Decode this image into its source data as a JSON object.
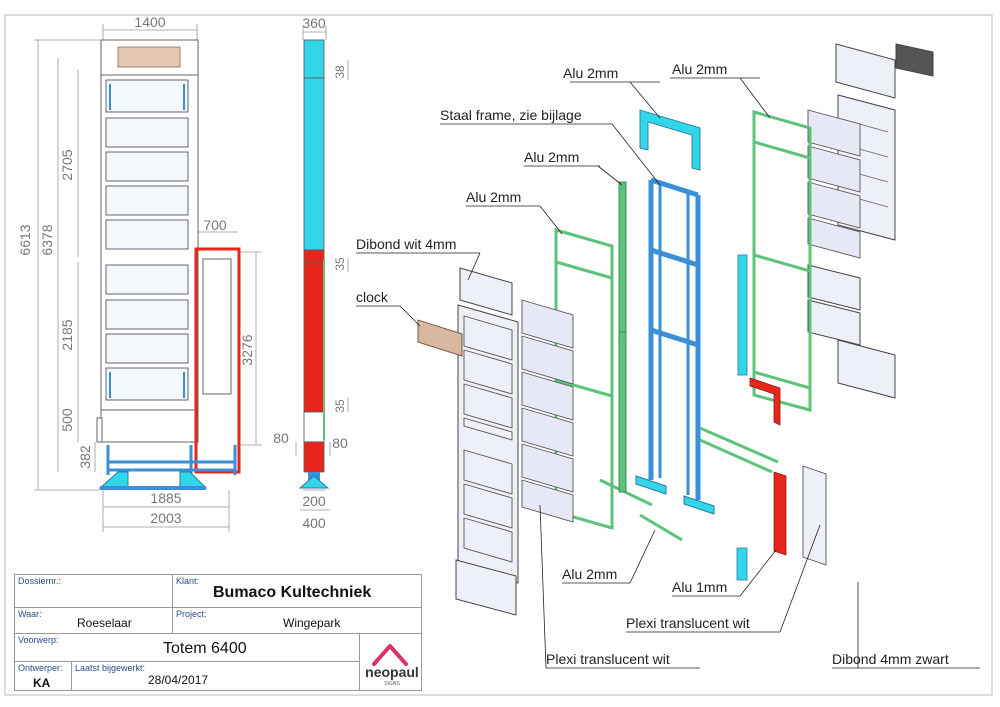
{
  "front_view": {
    "dims": {
      "width_top": "1400",
      "height_total": "6613",
      "height_inner": "6378",
      "height_upper": "2705",
      "height_mid": "2185",
      "height_base": "500",
      "height_foot": "382",
      "clock_width": "700",
      "clock_height": "3276",
      "width_base": "1885",
      "width_total": "2003"
    }
  },
  "side_view": {
    "dims": {
      "depth_top": "360",
      "gap_top": "38",
      "gap_mid": "35",
      "gap_low": "35",
      "foot_left": "80",
      "foot_right": "80",
      "base_inner": "200",
      "base_outer": "400"
    }
  },
  "exploded_labels": {
    "alu_top_a": "Alu 2mm",
    "alu_top_b": "Alu 2mm",
    "steel_frame": "Staal frame, zie bijlage",
    "alu_mid": "Alu 2mm",
    "alu_left": "Alu 2mm",
    "dibond_white": "Dibond wit 4mm",
    "clock": "clock",
    "alu_bottom": "Alu 2mm",
    "alu_1mm": "Alu 1mm",
    "plexi_right": "Plexi translucent wit",
    "plexi_bottom": "Plexi translucent wit",
    "dibond_black": "Dibond 4mm zwart"
  },
  "title_block": {
    "dossier_caption": "Dossiernr.:",
    "dossier_value": "",
    "client_caption": "Klant:",
    "client_value": "Bumaco Kultechniek",
    "where_caption": "Waar:",
    "where_value": "Roeselaar",
    "project_caption": "Project:",
    "project_value": "Wingepark",
    "subject_caption": "Voorwerp:",
    "subject_value": "Totem 6400",
    "designer_caption": "Ontwerper:",
    "designer_value": "KA",
    "modified_caption": "Laatst bijgewerkt:",
    "modified_value": "28/04/2017",
    "logo_text": "neopaul",
    "logo_sub": "SIGNS"
  },
  "colors": {
    "cyan": "#33d6e8",
    "red": "#e8251b",
    "blue_frame": "#3a8fd6",
    "green_frame": "#5cc47a",
    "logo": "#d8336b"
  }
}
